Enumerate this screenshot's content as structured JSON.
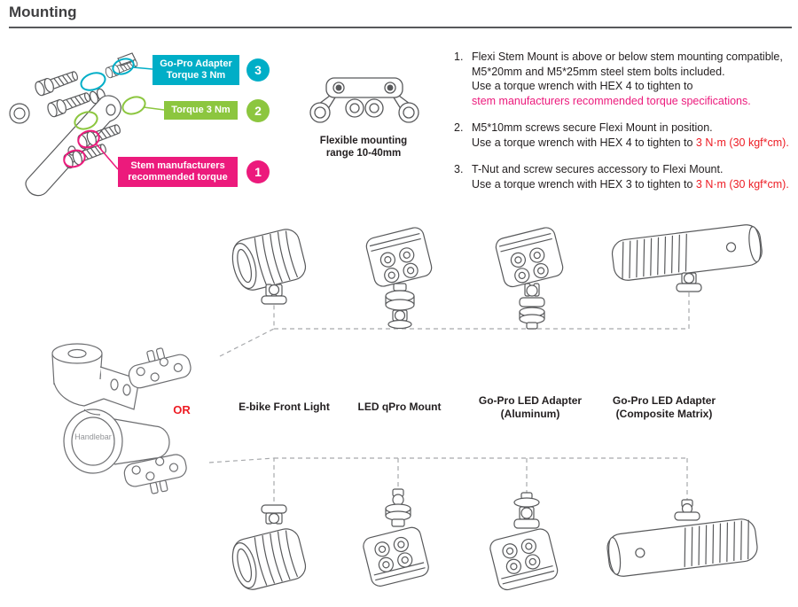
{
  "page": {
    "title": "Mounting"
  },
  "colors": {
    "cyan": "#00AEC7",
    "green": "#8CC63F",
    "magenta": "#EC1A7C",
    "red": "#ED1C24",
    "ink": "#231F20",
    "line_gray": "#58595B"
  },
  "callouts": {
    "gopro_adapter": {
      "number": "3",
      "line1": "Go-Pro Adapter",
      "line2": "Torque 3 Nm"
    },
    "torque": {
      "number": "2",
      "label": "Torque 3 Nm"
    },
    "stem_torque": {
      "number": "1",
      "line1": "Stem manufacturers",
      "line2": "recommended torque"
    }
  },
  "flexible_mount": {
    "caption_line1": "Flexible mounting",
    "caption_line2": "range 10-40mm"
  },
  "instructions": [
    {
      "number": "1.",
      "l1": "Flexi Stem Mount is above or below stem mounting compatible,",
      "l2": "M5*20mm and M5*25mm steel stem bolts included.",
      "l3": "Use a torque wrench with HEX 4 to tighten to",
      "l4_highlight": "stem manufacturers recommended torque specifications."
    },
    {
      "number": "2.",
      "l1": "M5*10mm screws secure Flexi Mount in position.",
      "l2": "Use a torque wrench with HEX 4 to tighten to ",
      "l2_highlight": "3 N·m (30 kgf*cm)."
    },
    {
      "number": "3.",
      "l1": "T-Nut and screw secures accessory to Flexi Mount.",
      "l2": "Use a torque wrench with HEX 3 to tighten to ",
      "l2_highlight": "3 N·m (30 kgf*cm)."
    }
  ],
  "product_labels": [
    {
      "line1": "E-bike Front Light",
      "line2": ""
    },
    {
      "line1": "LED qPro Mount",
      "line2": ""
    },
    {
      "line1": "Go-Pro LED Adapter",
      "line2": "(Aluminum)"
    },
    {
      "line1": "Go-Pro LED Adapter",
      "line2": "(Composite Matrix)"
    }
  ],
  "diagram_labels": {
    "or": "OR",
    "handlebar": "Handlebar"
  }
}
